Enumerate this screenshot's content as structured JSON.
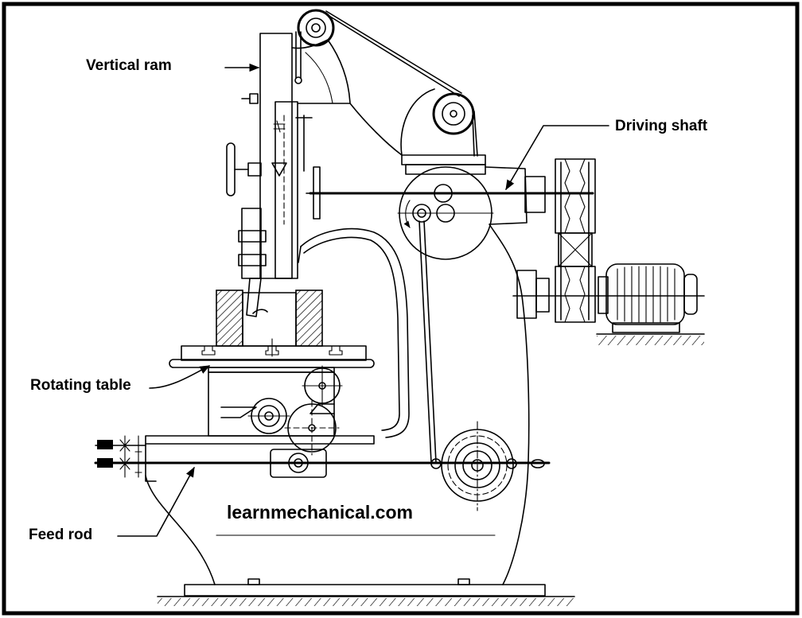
{
  "labels": {
    "vertical_ram": "Vertical ram",
    "driving_shaft": "Driving shaft",
    "rotating_table": "Rotating table",
    "feed_rod": "Feed rod"
  },
  "watermark": "learnmechanical.com",
  "colors": {
    "line": "#000000",
    "background": "#ffffff"
  }
}
